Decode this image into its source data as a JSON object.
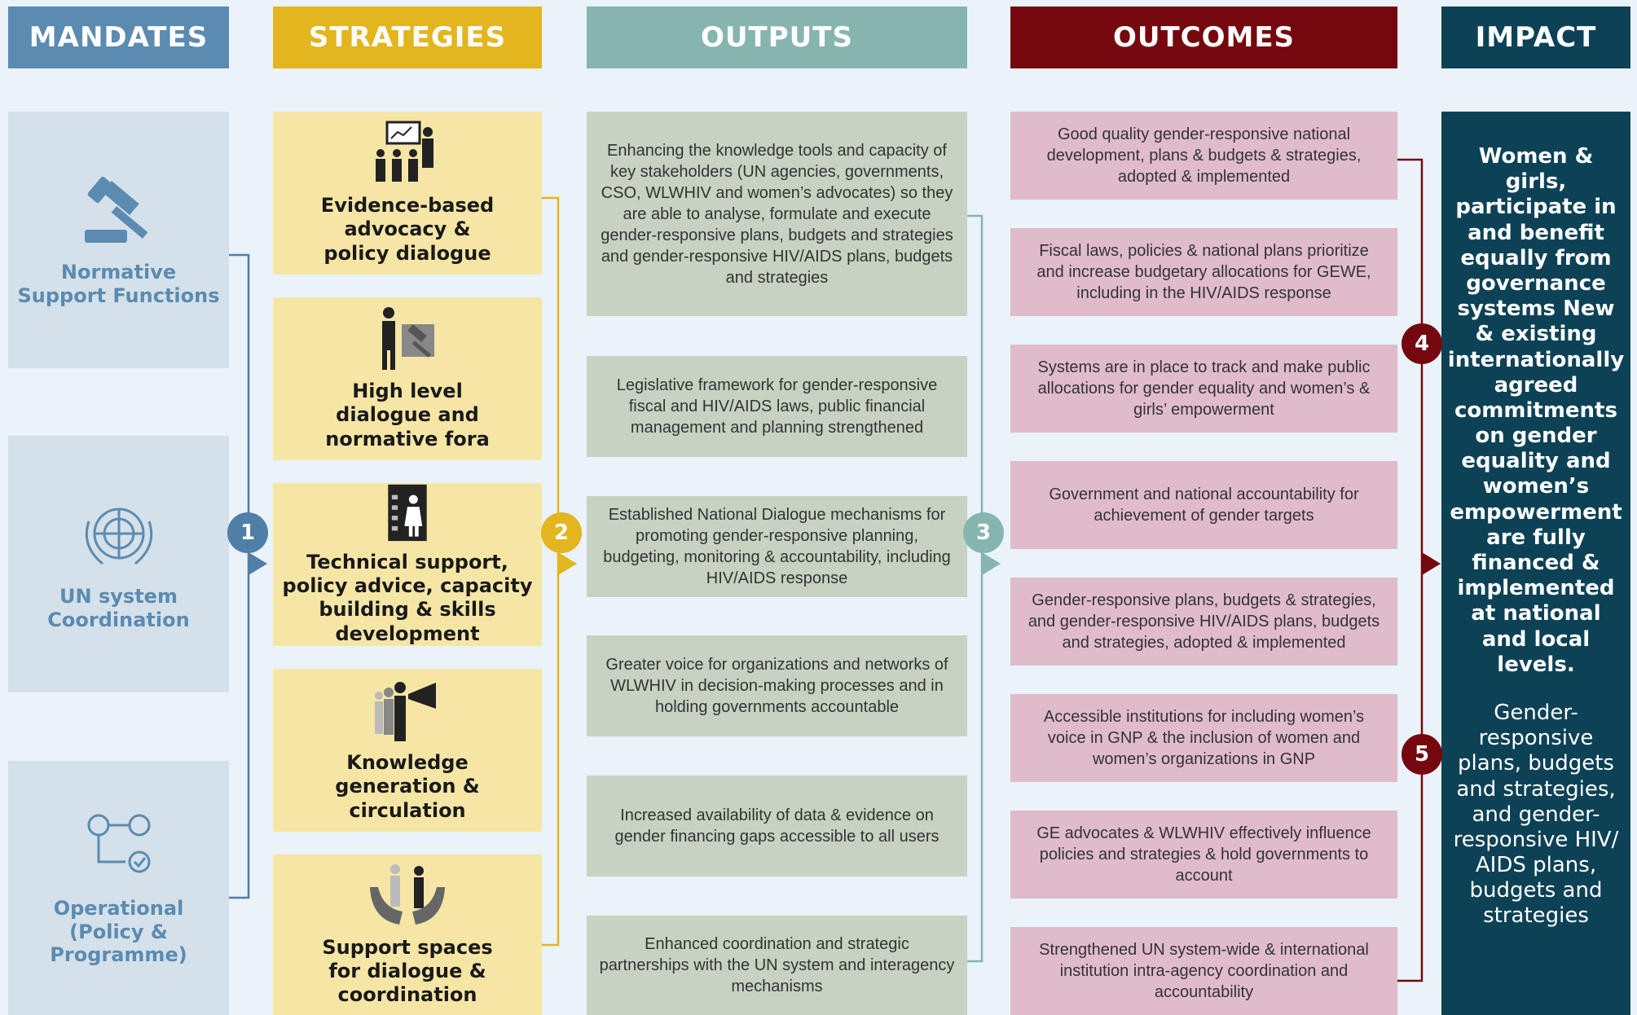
{
  "headers": {
    "mandates": "MANDATES",
    "strategies": "STRATEGIES",
    "outputs": "OUTPUTS",
    "outcomes": "OUTCOMES",
    "impact": "IMPACT"
  },
  "mandates": [
    {
      "label": "Normative Support Functions",
      "icon": "gavel-icon"
    },
    {
      "label": "UN system Coordination",
      "icon": "un-emblem-icon"
    },
    {
      "label": "Operational (Policy & Programme)",
      "icon": "gears-icon"
    }
  ],
  "strategies": [
    {
      "label": "Evidence-based advocacy & policy dialogue",
      "icon": "presentation-icon"
    },
    {
      "label": "High level dialogue and normative fora",
      "icon": "person-gavel-icon"
    },
    {
      "label": "Technical support, policy advice, capacity building & skills development",
      "icon": "checklist-person-icon"
    },
    {
      "label": "Knowledge generation & circulation",
      "icon": "megaphone-people-icon"
    },
    {
      "label": "Support spaces for dialogue & coordination",
      "icon": "hands-people-icon"
    }
  ],
  "outputs": [
    "Enhancing the knowledge tools and capacity of key stakeholders (UN agencies, governments, CSO, WLWHIV and women’s advocates) so they are able to analyse, formulate and execute gender-responsive plans, budgets and strategies and gender-responsive HIV/AIDS plans, budgets and strategies",
    "Legislative framework for gender-responsive fiscal and HIV/AIDS laws, public financial management and planning strengthened",
    "Established National Dialogue mechanisms for promoting gender-responsive planning, budgeting, monitoring & accountability, including HIV/AIDS response",
    "Greater voice for organizations and networks of WLWHIV in decision-making processes and in holding governments accountable",
    "Increased availability of data & evidence on gender financing gaps accessible to all users",
    "Enhanced coordination and strategic partnerships with the UN system and interagency mechanisms"
  ],
  "outcomes": [
    "Good quality gender-responsive national development, plans & budgets & strategies, adopted & implemented",
    "Fiscal laws, policies & national plans prioritize and increase budgetary allocations for GEWE, including in the HIV/AIDS response",
    "Systems are in place to track and make public allocations for gender equality and women’s & girls’ empowerment",
    "Government and national accountability for achievement of gender targets",
    "Gender-responsive plans, budgets & strategies, and gender-responsive HIV/AIDS plans, budgets and strategies, adopted & implemented",
    "Accessible institutions for including women’s voice in GNP & the inclusion of women and women’s organizations in GNP",
    "GE advocates & WLWHIV effectively influence policies and strategies & hold governments to account",
    "Strengthened UN system-wide & international institution intra-agency coordination and accountability"
  ],
  "impact": {
    "bold_text": "Women & girls, participate in and benefit equally from governance systems New & existing internationally agreed commitments on gender equality and women’s empowerment are fully financed & implemented at national and local levels.",
    "normal_text": "Gender-responsive plans, budgets and strategies, and gender-responsive HIV/ AIDS plans, budgets and strategies"
  },
  "connectors": [
    "1",
    "2",
    "3",
    "4",
    "5"
  ],
  "colors": {
    "mandates": "#5b8bb0",
    "strategies": "#e3b51e",
    "outputs": "#86b5b0",
    "outcomes": "#74080e",
    "impact": "#0d4256",
    "mandate_box": "#d4e0ea",
    "strategy_box": "#f6e6a6",
    "output_box": "#c7d2c2",
    "outcome_box": "#e0bccb",
    "background": "#eaf2fa"
  }
}
